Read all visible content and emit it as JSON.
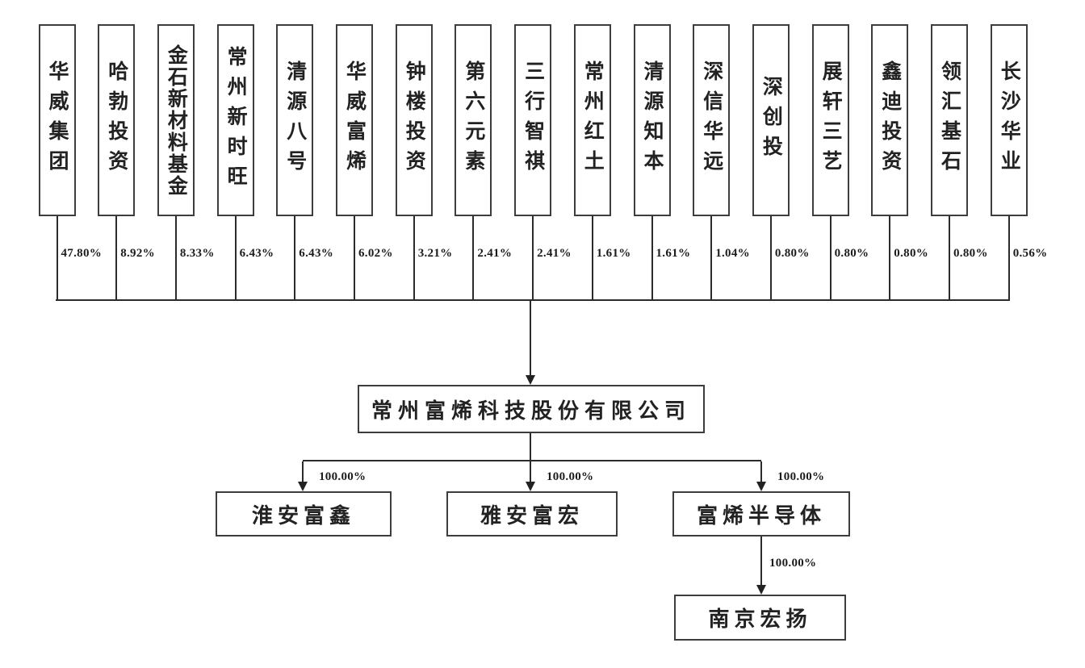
{
  "diagram_title": "equity-ownership-structure",
  "colors": {
    "line": "#2b2b2b",
    "border": "#3d3d3d",
    "text": "#222222",
    "background": "#ffffff"
  },
  "shareholders": [
    {
      "name": "华威集团",
      "percent": "47.80%"
    },
    {
      "name": "哈勃投资",
      "percent": "8.92%"
    },
    {
      "name": "金石新材料基金",
      "percent": "8.33%"
    },
    {
      "name": "常州新时旺",
      "percent": "6.43%"
    },
    {
      "name": "清源八号",
      "percent": "6.43%"
    },
    {
      "name": "华威富烯",
      "percent": "6.02%"
    },
    {
      "name": "钟楼投资",
      "percent": "3.21%"
    },
    {
      "name": "第六元素",
      "percent": "2.41%"
    },
    {
      "name": "三行智祺",
      "percent": "2.41%"
    },
    {
      "name": "常州红土",
      "percent": "1.61%"
    },
    {
      "name": "清源知本",
      "percent": "1.61%"
    },
    {
      "name": "深信华远",
      "percent": "1.04%"
    },
    {
      "name": "深创投",
      "percent": "0.80%"
    },
    {
      "name": "展轩三艺",
      "percent": "0.80%"
    },
    {
      "name": "鑫迪投资",
      "percent": "0.80%"
    },
    {
      "name": "领汇基石",
      "percent": "0.80%"
    },
    {
      "name": "长沙华业",
      "percent": "0.56%"
    }
  ],
  "company": {
    "name": "常州富烯科技股份有限公司"
  },
  "subsidiaries": [
    {
      "name": "淮安富鑫",
      "percent": "100.00%"
    },
    {
      "name": "雅安富宏",
      "percent": "100.00%"
    },
    {
      "name": "富烯半导体",
      "percent": "100.00%"
    }
  ],
  "grandchild": {
    "name": "南京宏扬",
    "percent": "100.00%",
    "parent": "富烯半导体"
  }
}
